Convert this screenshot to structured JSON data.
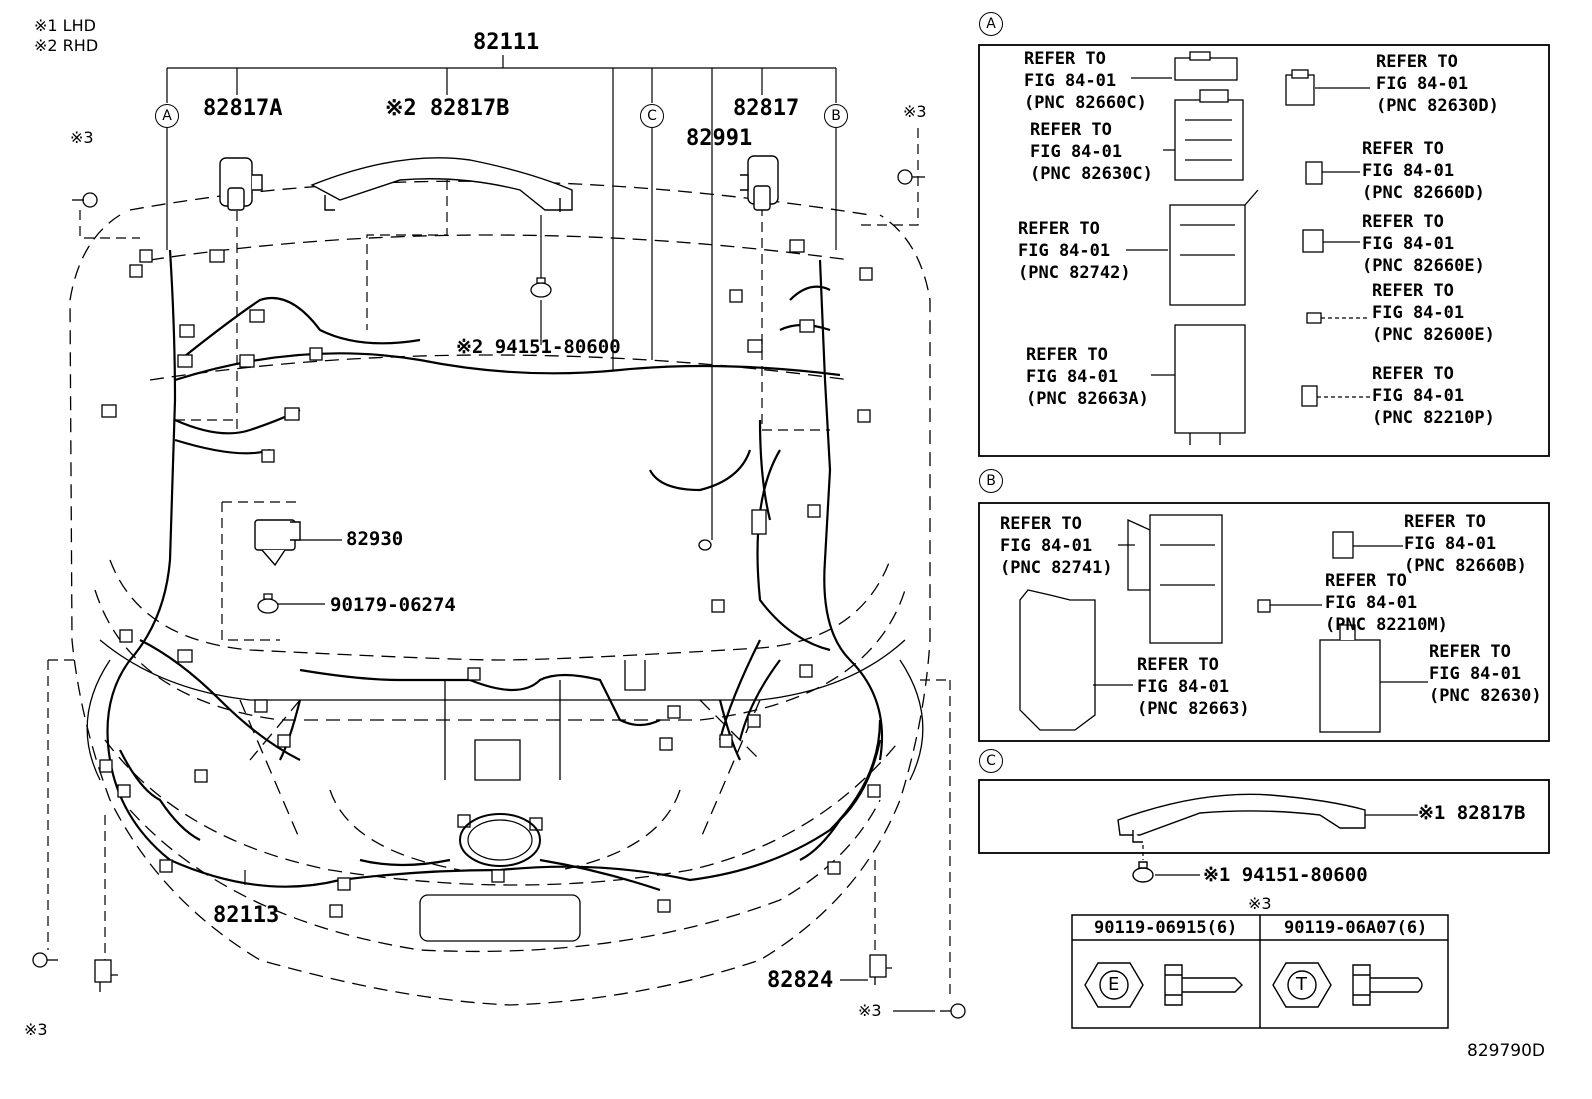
{
  "notes": {
    "lhd": "※1 LHD",
    "rhd": "※2 RHD"
  },
  "main": {
    "harness_main": "82111",
    "harness_front": "82113",
    "part_82817A": "82817A",
    "part_82817B": "※2 82817B",
    "part_82817": "82817",
    "part_82991": "82991",
    "part_82930": "82930",
    "part_90179": "90179-06274",
    "part_94151": "※2 94151-80600",
    "part_82824": "82824",
    "mark3": "※3",
    "callout_a": "A",
    "callout_b": "B",
    "callout_c": "C"
  },
  "detail_a": {
    "label": "A",
    "refs": [
      {
        "text": "REFER TO\nFIG 84-01\n(PNC 82660C)"
      },
      {
        "text": "REFER TO\nFIG 84-01\n(PNC 82630C)"
      },
      {
        "text": "REFER TO\nFIG 84-01\n(PNC 82742)"
      },
      {
        "text": "REFER TO\nFIG 84-01\n(PNC 82663A)"
      },
      {
        "text": "REFER TO\nFIG 84-01\n(PNC 82630D)"
      },
      {
        "text": "REFER TO\nFIG 84-01\n(PNC 82660D)"
      },
      {
        "text": "REFER TO\nFIG 84-01\n(PNC 82660E)"
      },
      {
        "text": "REFER TO\nFIG 84-01\n(PNC 82600E)"
      },
      {
        "text": "REFER TO\nFIG 84-01\n(PNC 82210P)"
      }
    ]
  },
  "detail_b": {
    "label": "B",
    "refs": [
      {
        "text": "REFER TO\nFIG 84-01\n(PNC 82741)"
      },
      {
        "text": "REFER TO\nFIG 84-01\n(PNC 82663)"
      },
      {
        "text": "REFER TO\nFIG 84-01\n(PNC 82660B)"
      },
      {
        "text": "REFER TO\nFIG 84-01\n(PNC 82210M)"
      },
      {
        "text": "REFER TO\nFIG 84-01\n(PNC 82630)"
      }
    ]
  },
  "detail_c": {
    "label": "C",
    "part_82817B": "※1 82817B",
    "part_94151": "※1 94151-80600"
  },
  "bolts": {
    "mark": "※3",
    "col1_header": "90119-06915(6)",
    "col2_header": "90119-06A07(6)",
    "col1_head_letter": "E",
    "col2_head_letter": "T"
  },
  "figure_id": "829790D"
}
